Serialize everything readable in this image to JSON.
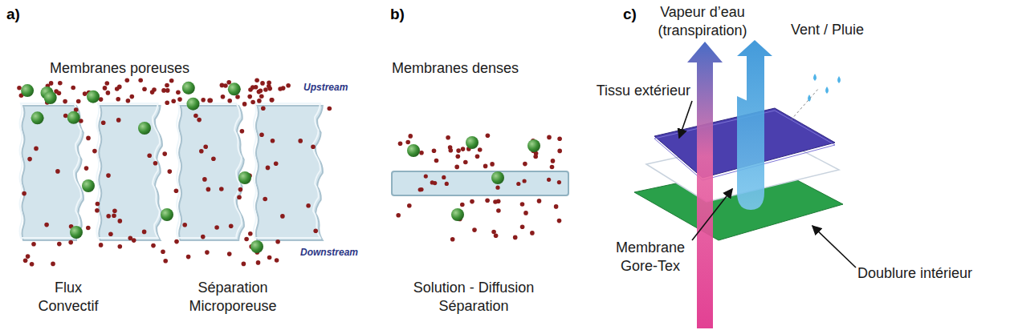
{
  "diagram": {
    "labels": [
      "a)",
      "Membranes poreuses",
      "Upstream",
      "Downstream",
      "Flux Convectif",
      "Séparation Microporeuse",
      "b)",
      "Membranes denses",
      "Solution - Diffusion Séparation",
      "c)",
      "Vapeur d’eau (transpiration)",
      "Vent / Pluie",
      "Tissu extérieur",
      "Membrane Gore-Tex",
      "Doublure intérieur"
    ]
  }
}
